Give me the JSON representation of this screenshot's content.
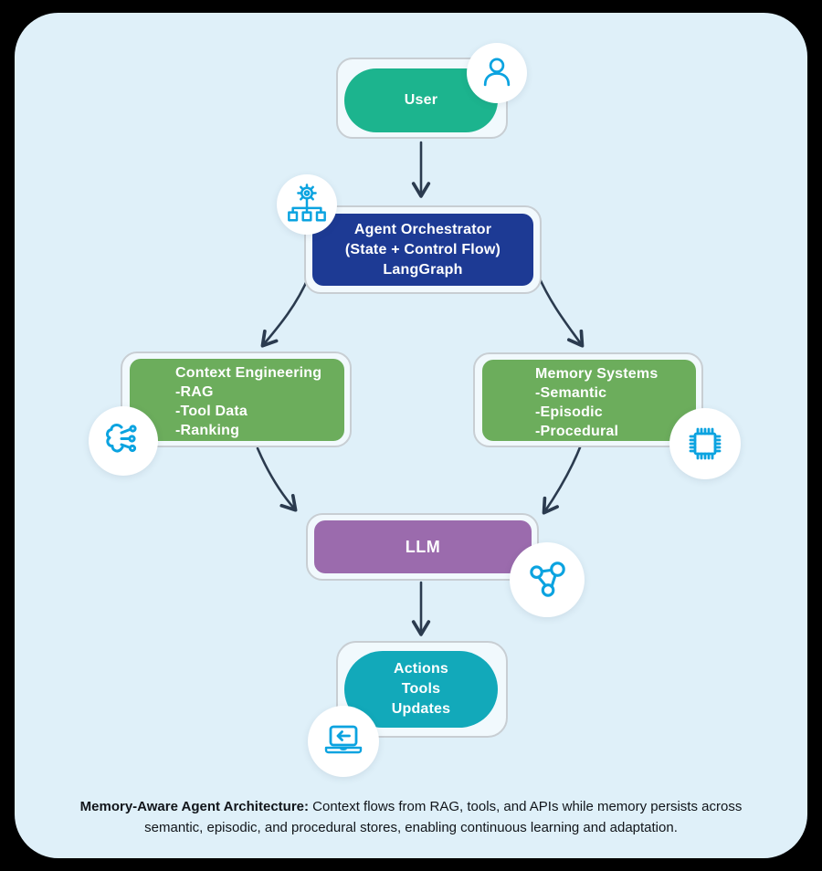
{
  "page": {
    "outside_color": "#000000",
    "card_color": "#dff0f9"
  },
  "colors": {
    "icon": "#0ba3e0",
    "arrow": "#2b3b4f",
    "container_border": "#c8ced3",
    "container_fill": "#f1f9fd",
    "caption_text": "#11151a"
  },
  "nodes": {
    "user": {
      "label": "User",
      "color": "#1cb48e",
      "icon": "person-icon"
    },
    "orchestrator": {
      "lines": [
        "Agent Orchestrator",
        "(State + Control Flow)",
        "LangGraph"
      ],
      "color": "#1d3a94",
      "icon": "gear-flow-icon"
    },
    "context": {
      "title": "Context Engineering",
      "items": [
        "-RAG",
        "-Tool Data",
        "-Ranking"
      ],
      "color": "#6cad5c",
      "icon": "ai-circuit-icon"
    },
    "memory": {
      "title": "Memory Systems",
      "items": [
        "-Semantic",
        "-Episodic",
        "-Procedural"
      ],
      "color": "#6cad5c",
      "icon": "chip-icon"
    },
    "llm": {
      "label": "LLM",
      "color": "#9b6bad",
      "icon": "molecule-icon"
    },
    "actions": {
      "lines": [
        "Actions",
        "Tools",
        "Updates"
      ],
      "color": "#12a9ba",
      "icon": "laptop-icon"
    }
  },
  "edges": [
    {
      "from": "user",
      "to": "orchestrator"
    },
    {
      "from": "orchestrator",
      "to": "context"
    },
    {
      "from": "orchestrator",
      "to": "memory"
    },
    {
      "from": "context",
      "to": "llm"
    },
    {
      "from": "memory",
      "to": "llm"
    },
    {
      "from": "llm",
      "to": "actions"
    }
  ],
  "caption": {
    "bold": "Memory-Aware Agent Architecture:",
    "body": " Context flows from RAG, tools, and APIs while memory persists across semantic, episodic, and procedural stores, enabling continuous learning and adaptation."
  }
}
